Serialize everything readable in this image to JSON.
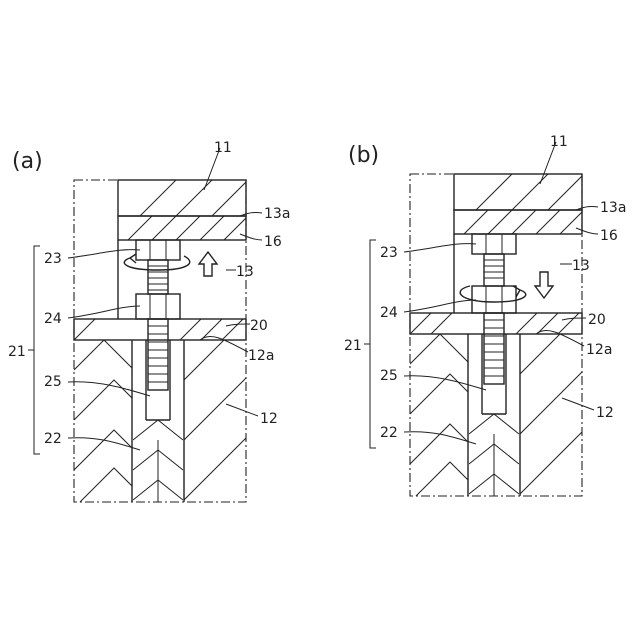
{
  "panels": [
    {
      "caption": "(a)",
      "labels": {
        "l11": "11",
        "l13a": "13a",
        "l16": "16",
        "l23": "23",
        "l13": "13",
        "l24": "24",
        "l20": "20",
        "l21": "21",
        "l12a": "12a",
        "l25": "25",
        "l12": "12",
        "l22": "22"
      },
      "arrow_direction": "up"
    },
    {
      "caption": "(b)",
      "labels": {
        "l11": "11",
        "l13a": "13a",
        "l16": "16",
        "l23": "23",
        "l13": "13",
        "l24": "24",
        "l20": "20",
        "l21": "21",
        "l12a": "12a",
        "l25": "25",
        "l12": "12",
        "l22": "22"
      },
      "arrow_direction": "down"
    }
  ]
}
